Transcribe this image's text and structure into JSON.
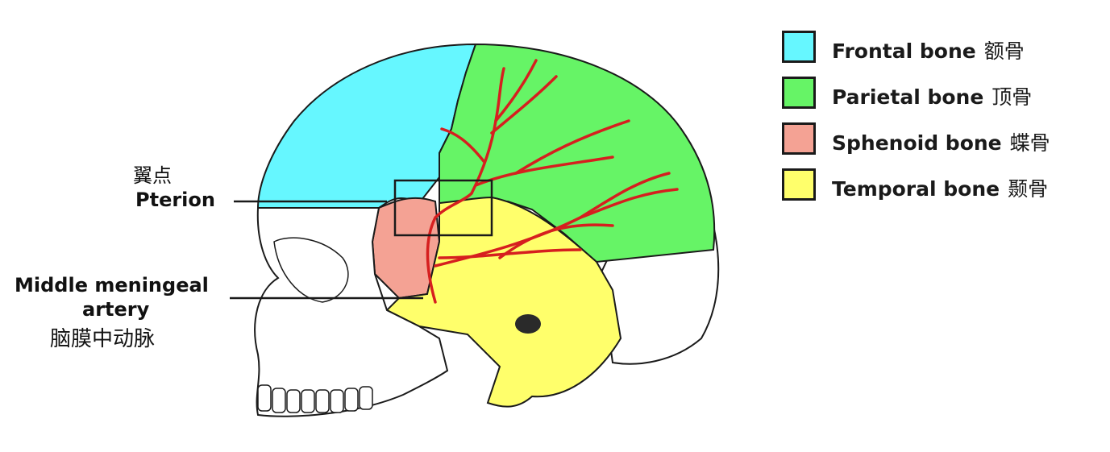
{
  "labels": {
    "pterion_cn": "翼点",
    "pterion_en": "Pterion",
    "artery_en_line1": "Middle meningeal",
    "artery_en_line2": "artery",
    "artery_cn": "脑膜中动脉"
  },
  "legend": [
    {
      "en": "Frontal bone",
      "cn": "额骨",
      "color": "#66f7ff"
    },
    {
      "en": "Parietal bone",
      "cn": "顶骨",
      "color": "#66f466"
    },
    {
      "en": "Sphenoid bone",
      "cn": "蝶骨",
      "color": "#f4a294"
    },
    {
      "en": "Temporal bone",
      "cn": "颞骨",
      "color": "#ffff6b"
    }
  ],
  "colors": {
    "frontal": "#66f7ff",
    "parietal": "#66f466",
    "sphenoid": "#f4a294",
    "temporal": "#ffff6b",
    "artery": "#d61f1f",
    "outline": "#1a1a1a"
  }
}
